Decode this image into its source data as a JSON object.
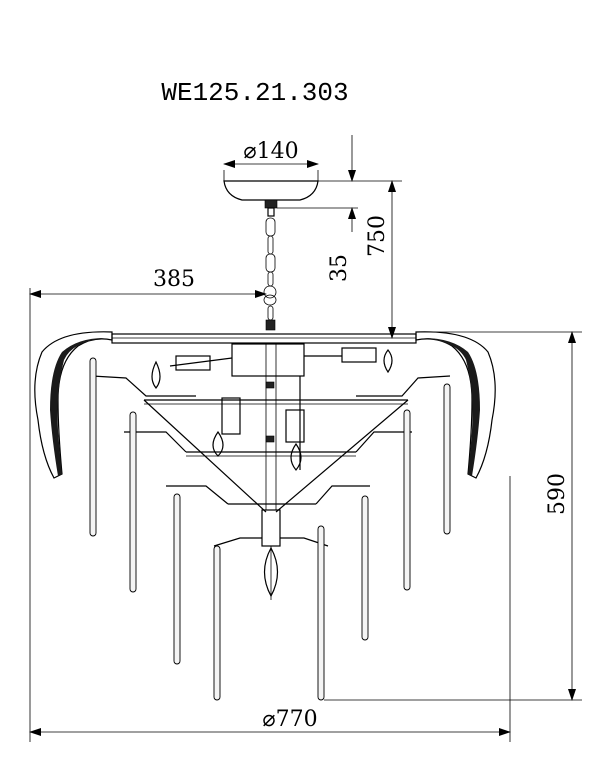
{
  "title": "WE125.21.303",
  "dimensions": {
    "canopy_diameter": "⌀140",
    "canopy_height": "35",
    "total_height": "750",
    "half_width": "385",
    "body_height": "590",
    "overall_diameter": "⌀770"
  }
}
